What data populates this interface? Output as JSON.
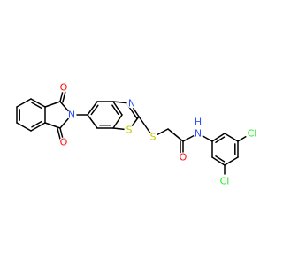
{
  "colors": {
    "carbon": "#000000",
    "O": "#ff0d0d",
    "N": "#3050f8",
    "S": "#c8c800",
    "Cl": "#1ff01f",
    "H": "#3050f8"
  },
  "atoms": [
    {
      "id": "O1",
      "symbol": "O",
      "label": "O"
    },
    {
      "id": "O2",
      "symbol": "O",
      "label": "O"
    },
    {
      "id": "N1",
      "symbol": "N",
      "label": "N"
    },
    {
      "id": "N2",
      "symbol": "N",
      "label": "N"
    },
    {
      "id": "S1",
      "symbol": "S",
      "label": "S"
    },
    {
      "id": "S2",
      "symbol": "S",
      "label": "S"
    },
    {
      "id": "O3",
      "symbol": "O",
      "label": "O"
    },
    {
      "id": "N3",
      "symbol": "N",
      "label": "N"
    },
    {
      "id": "H3",
      "symbol": "H",
      "label": "H"
    },
    {
      "id": "Cl1",
      "symbol": "Cl",
      "label": "Cl"
    },
    {
      "id": "Cl2",
      "symbol": "Cl",
      "label": "Cl"
    }
  ]
}
